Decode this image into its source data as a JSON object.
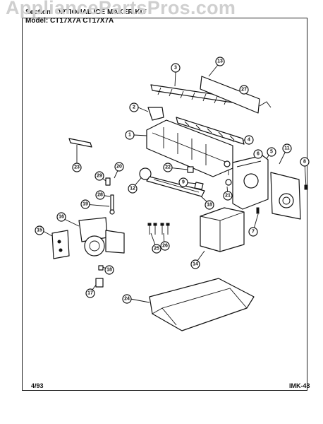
{
  "watermark": "AppliancePartsPros.com",
  "header": {
    "section": "Section: OPTIONAL ICE MAKER KIT",
    "model": "Model: CT17X7A CT17X7A"
  },
  "footer": {
    "date": "4/93",
    "code": "IMK-43"
  },
  "callouts": [
    "1",
    "2",
    "3",
    "4",
    "5",
    "6",
    "7",
    "8",
    "9",
    "11",
    "12",
    "13",
    "14",
    "15",
    "16",
    "17",
    "18",
    "19",
    "20",
    "21",
    "22",
    "23",
    "24",
    "25",
    "26",
    "27",
    "28",
    "29"
  ]
}
